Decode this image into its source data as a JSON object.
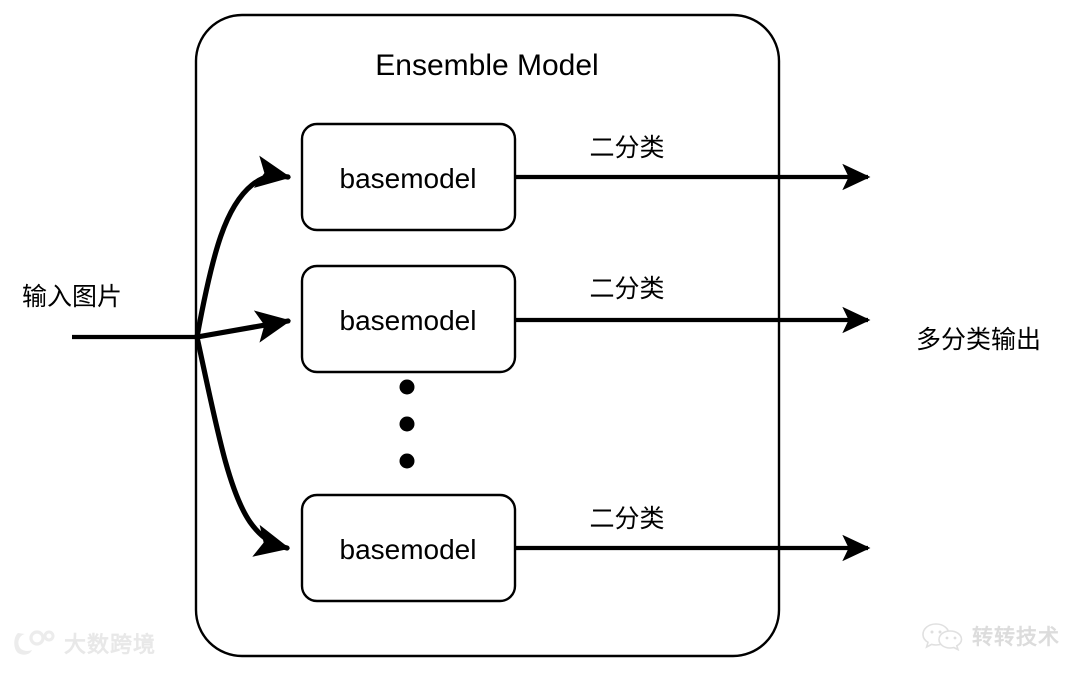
{
  "diagram": {
    "type": "flow-diagram",
    "title": "Ensemble Model",
    "input_label": "输入图片",
    "output_label": "多分类输出",
    "container_name": "ensemble-model-container",
    "nodes": [
      {
        "id": "basemodel-1",
        "label": "basemodel",
        "edge_label": "二分类"
      },
      {
        "id": "basemodel-2",
        "label": "basemodel",
        "edge_label": "二分类"
      },
      {
        "id": "basemodel-3",
        "label": "basemodel",
        "edge_label": "二分类"
      }
    ],
    "ellipsis": "vertical-dots-3",
    "colors": {
      "stroke": "#000000",
      "background": "#ffffff",
      "text": "#000000",
      "watermark": "#e6e6e6"
    }
  },
  "watermarks": {
    "left": {
      "text": "大数跨境",
      "icon": "dashujingjing-logo-icon"
    },
    "right": {
      "text": "转转技术",
      "icon": "wechat-bubbles-icon"
    }
  }
}
